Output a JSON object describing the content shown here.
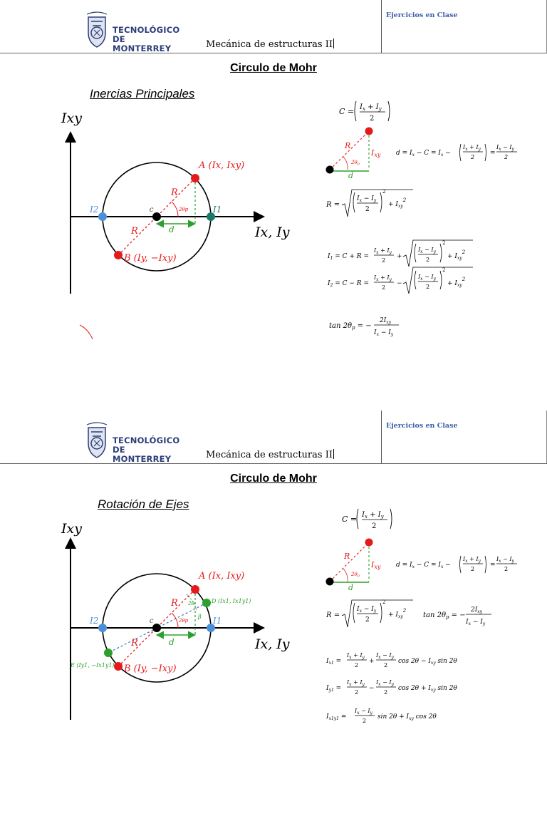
{
  "header": {
    "logo_line1": "TECNOLÓGICO",
    "logo_line2": "DE MONTERREY",
    "course": "Mecánica de estructuras II",
    "tag": "Ejercicios en Clase"
  },
  "page1": {
    "title": "Circulo de Mohr",
    "subtitle": "Inercias Principales",
    "diagram": {
      "y_axis": "Ixy",
      "x_axis": "Ix, Iy",
      "point_a": "A (Ix, Ixy)",
      "point_b": "B (Iy, −Ixy)",
      "center": "C",
      "i1": "I1",
      "i2": "I2",
      "radius": "R",
      "dist": "d",
      "angle": "2θp"
    },
    "formulas": {
      "c": "C = ((Ix + Iy) / 2)",
      "d": "d = Ix − C = Ix − ((Ix + Iy)/2) = (Ix − Iy)/2",
      "r": "R = √( ((Ix − Iy)/2)² + Ixy² )",
      "i1": "I1 = C + R = (Ix + Iy)/2 + √( ((Ix − Iy)/2)² + Ixy² )",
      "i2": "I2 = C − R = (Ix + Iy)/2 − √( ((Ix − Iy)/2)² + Ixy² )",
      "tan": "tan 2θp = − 2Ixy / (Ix − Iy)"
    }
  },
  "page2": {
    "title": "Circulo de Mohr",
    "subtitle": "Rotación de Ejes",
    "diagram": {
      "y_axis": "Ixy",
      "x_axis": "Ix, Iy",
      "point_a": "A (Ix, Ixy)",
      "point_b": "B (Iy, −Ixy)",
      "point_d": "D (Ix1, Ix1y1)",
      "point_e": "E (Iy1, −Ix1y1)",
      "center": "C",
      "i1": "I1",
      "i2": "I2",
      "radius": "R",
      "dist": "d",
      "angle": "2θp",
      "angle2": "2θ",
      "beta": "β"
    },
    "formulas": {
      "c": "C = ((Ix + Iy) / 2)",
      "d": "d = Ix − C = Ix − ((Ix + Iy)/2) = (Ix − Iy)/2",
      "r": "R = √( ((Ix − Iy)/2)² + Ixy² )",
      "tan": "tan 2θp = − 2Ixy / (Ix − Iy)",
      "ix1": "Ix1 = (Ix + Iy)/2 + (Ix − Iy)/2 cos 2θ − Ixy sin 2θ",
      "iy1": "Iy1 = (Ix + Iy)/2 − (Ix − Iy)/2 cos 2θ + Ixy sin 2θ",
      "ix1y1": "Ix1y1 = (Ix − Iy)/2 sin 2θ + Ixy cos 2θ"
    }
  }
}
